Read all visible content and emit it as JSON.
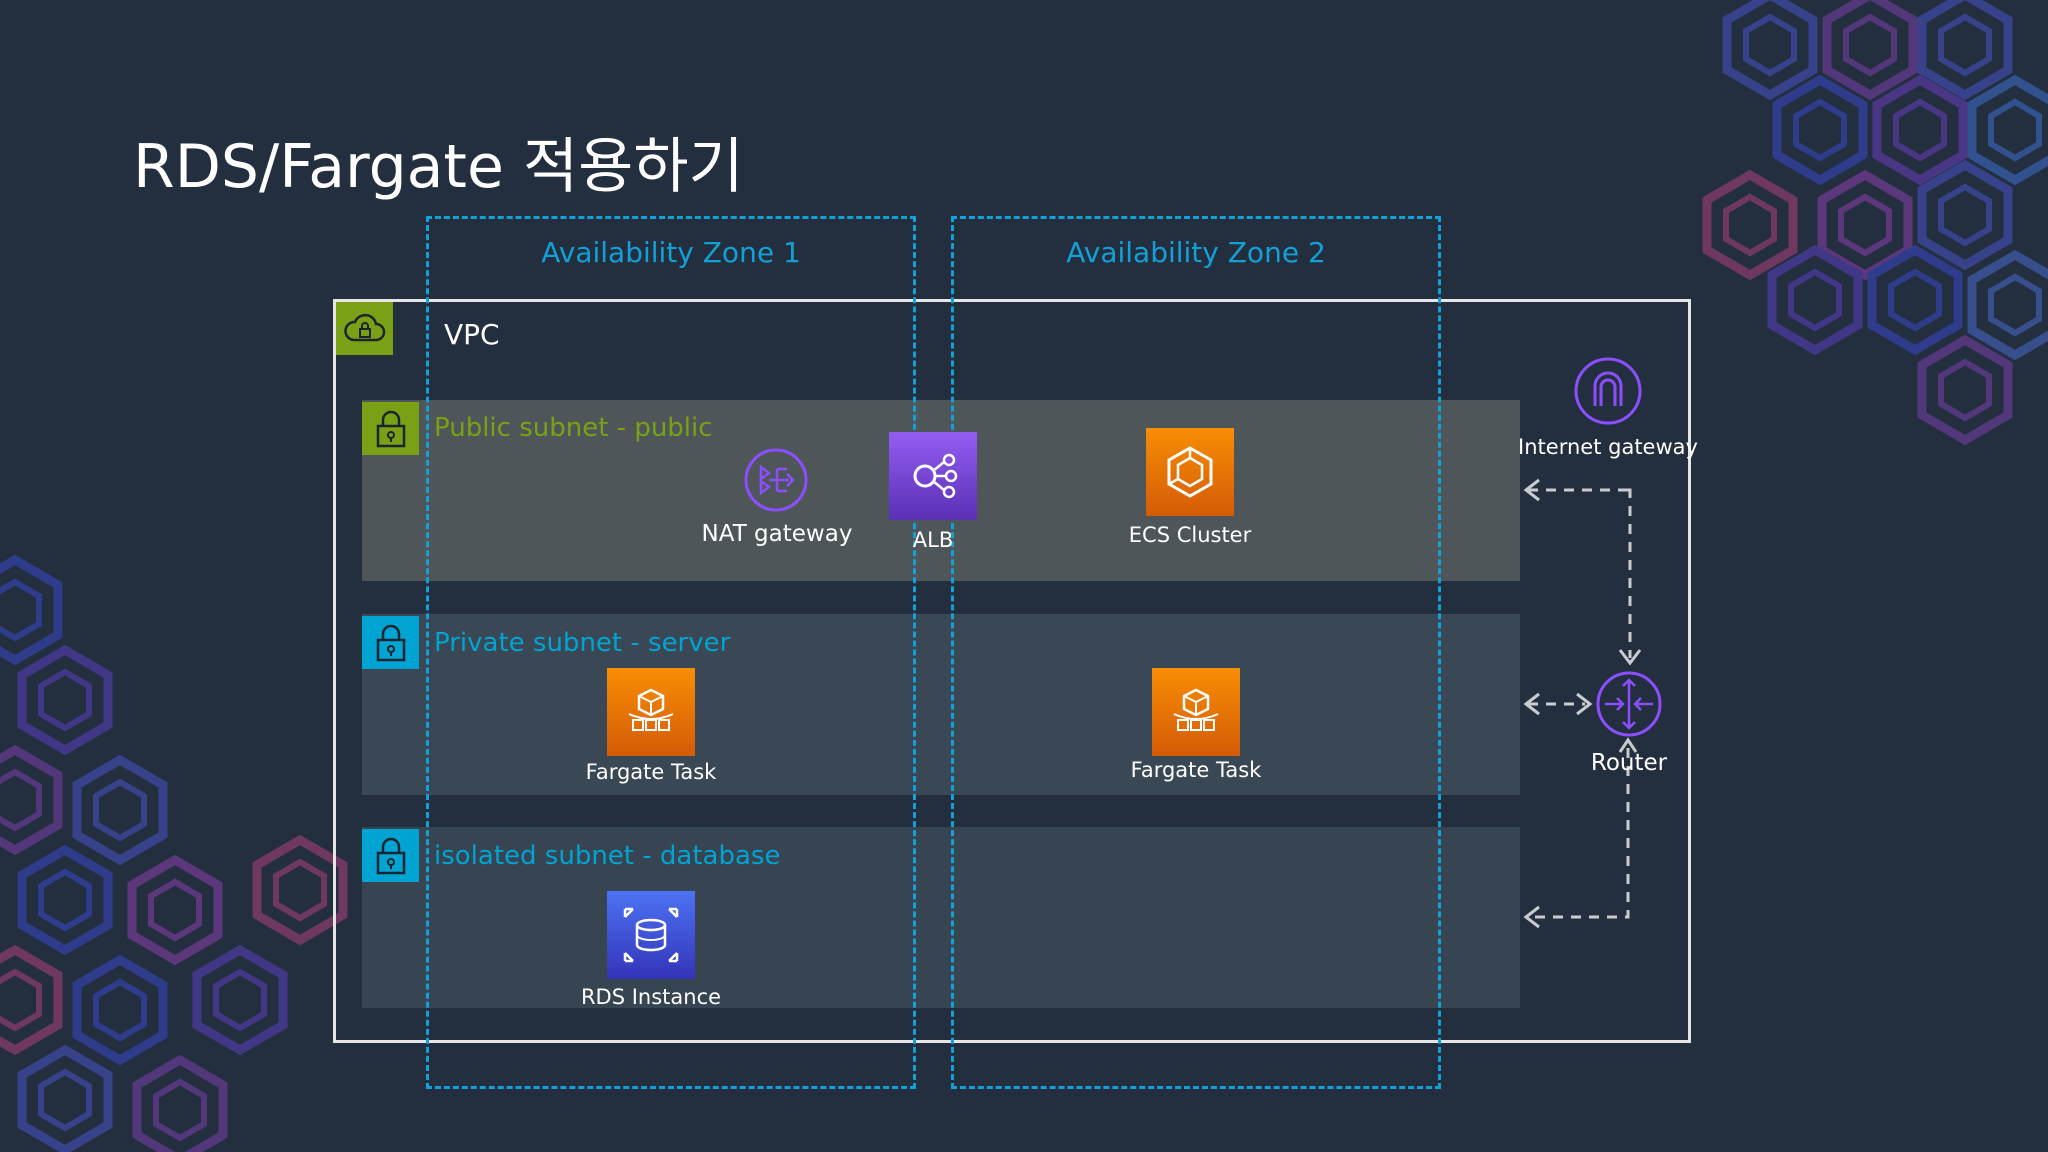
{
  "slide": {
    "title": "RDS/Fargate 적용하기"
  },
  "zones": [
    {
      "label": "Availability Zone 1"
    },
    {
      "label": "Availability Zone 2"
    }
  ],
  "vpc": {
    "label": "VPC",
    "icon": "vpc-cloud-lock-icon"
  },
  "subnets": [
    {
      "label": "Public subnet - public",
      "color": "#7aa116"
    },
    {
      "label": "Private subnet - server",
      "color": "#00a4d3"
    },
    {
      "label": "isolated subnet - database",
      "color": "#00a4d3"
    }
  ],
  "services": {
    "nat_gateway": {
      "label": "NAT gateway",
      "icon": "nat-gateway-icon"
    },
    "alb": {
      "label": "ALB",
      "icon": "load-balancer-icon"
    },
    "ecs_cluster": {
      "label": "ECS Cluster",
      "icon": "ecs-icon"
    },
    "fargate_task_1": {
      "label": "Fargate Task",
      "icon": "fargate-icon"
    },
    "fargate_task_2": {
      "label": "Fargate Task",
      "icon": "fargate-icon"
    },
    "rds_instance": {
      "label": "RDS Instance",
      "icon": "rds-icon"
    },
    "internet_gateway": {
      "label": "Internet gateway",
      "icon": "internet-gateway-icon"
    },
    "router": {
      "label": "Router",
      "icon": "router-icon"
    }
  },
  "colors": {
    "background": "#232f3e",
    "zone_border": "#12a0d7",
    "public_green": "#7aa116",
    "private_blue": "#00a4d3",
    "compute_orange": "#ed7100",
    "network_purple": "#8c4fff",
    "database_blue": "#3b48cc"
  }
}
